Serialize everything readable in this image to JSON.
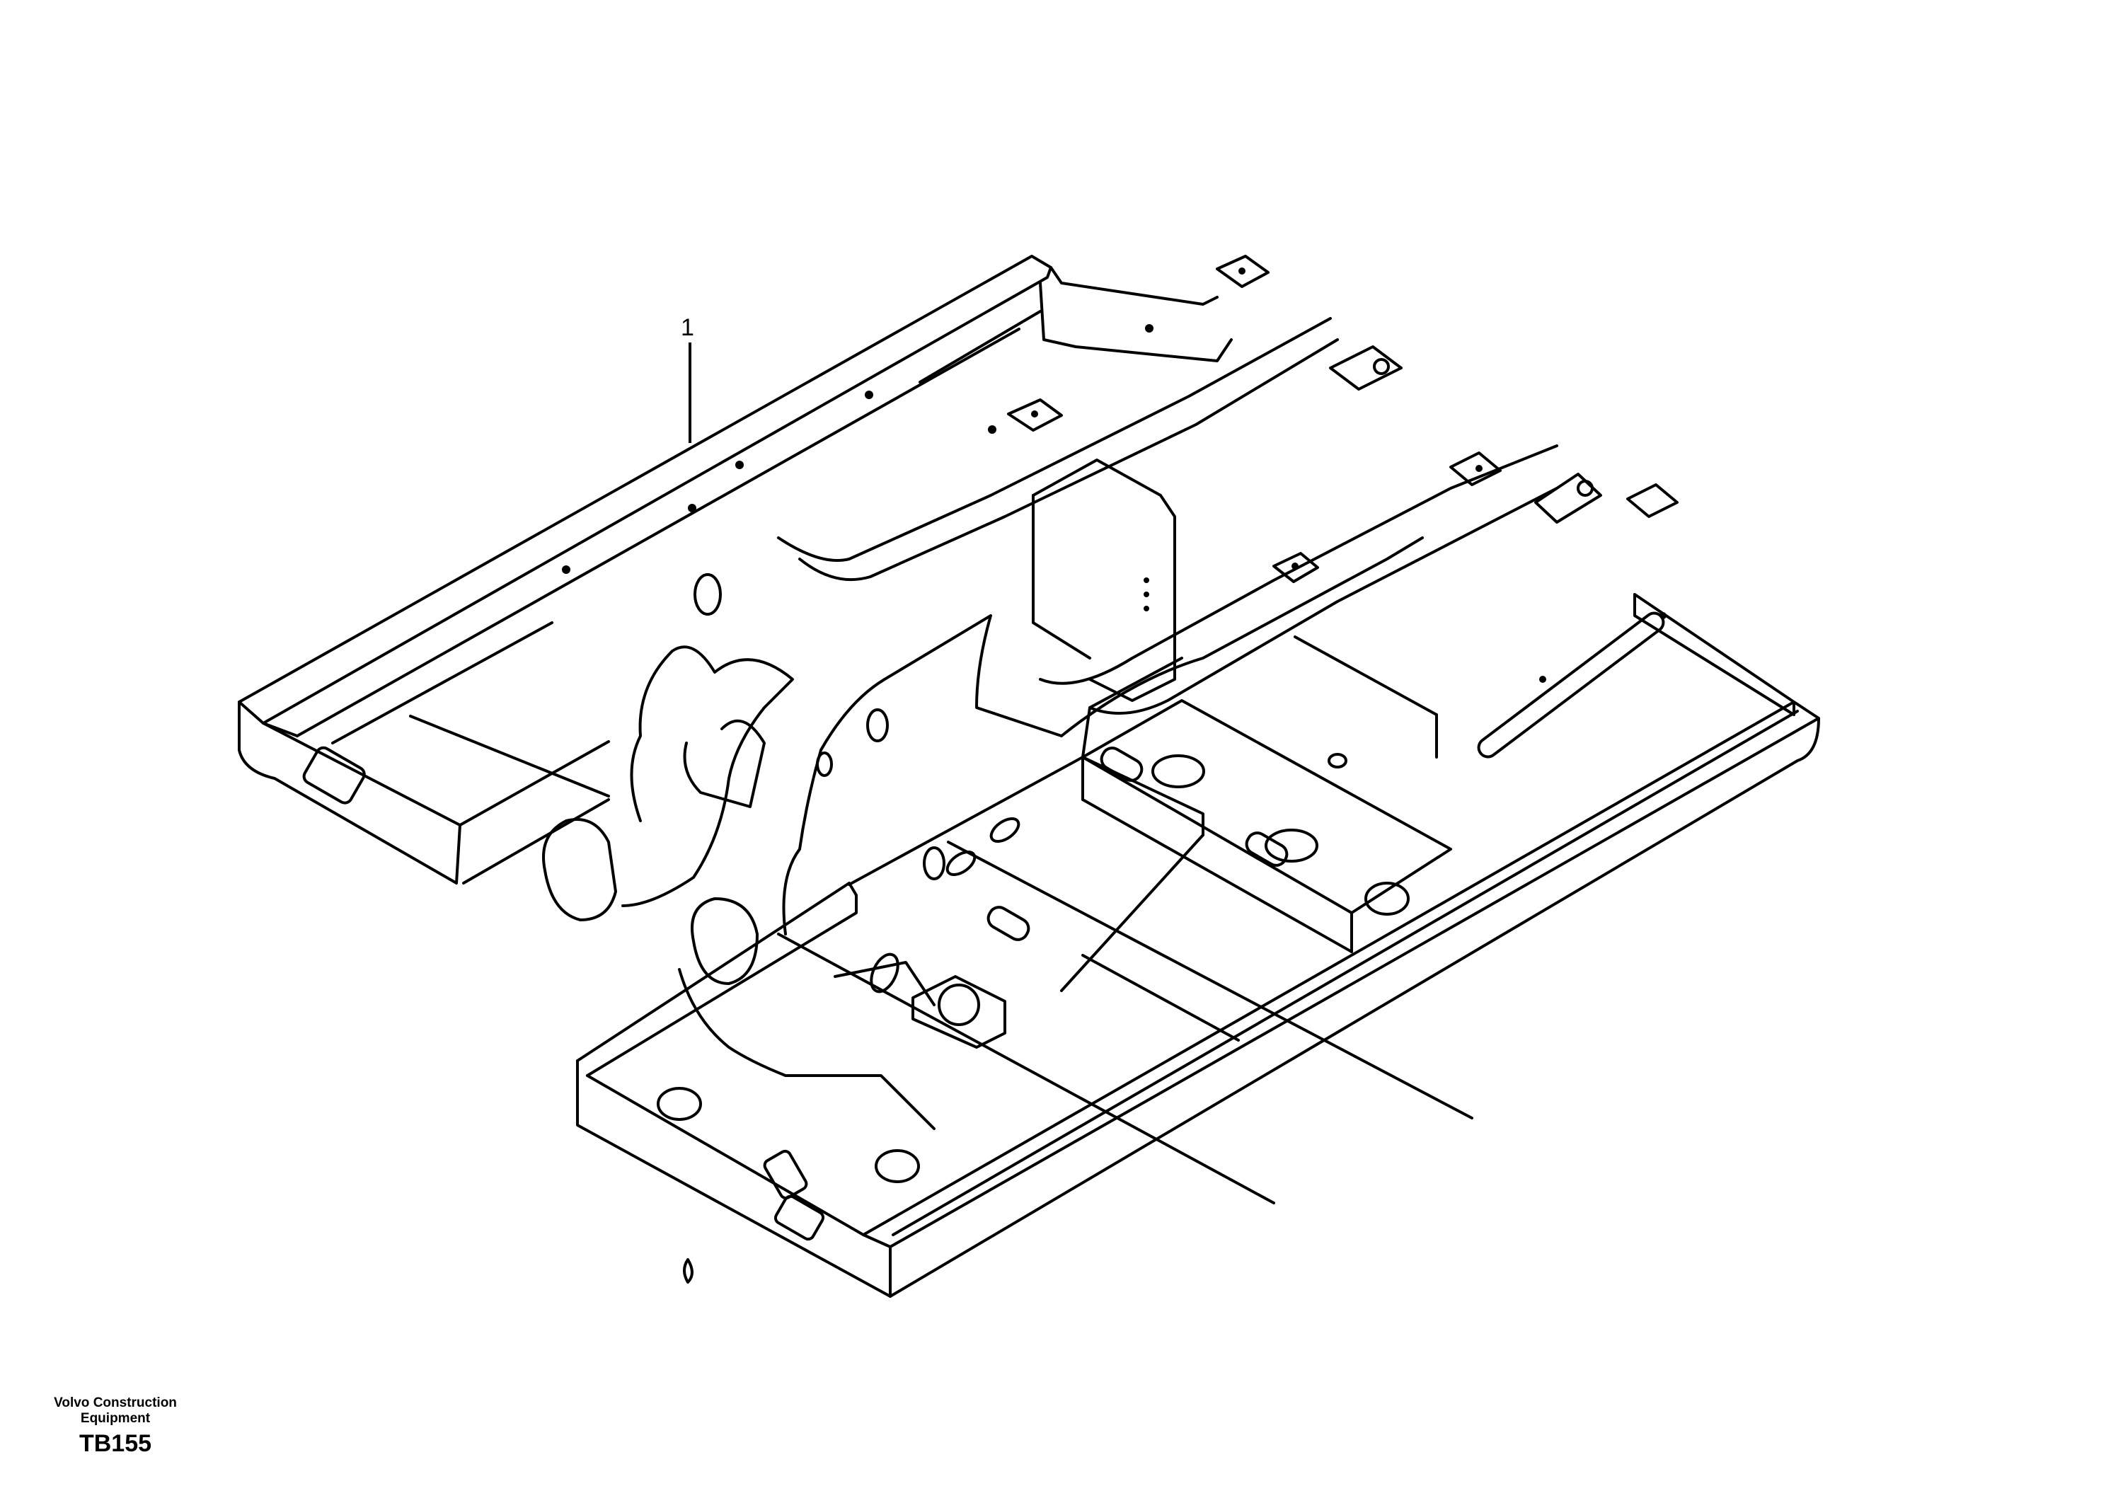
{
  "diagram": {
    "type": "exploded parts illustration",
    "subject": "excavator upper frame",
    "callouts": [
      {
        "label": "1"
      }
    ]
  },
  "footer": {
    "brand_line1": "Volvo Construction",
    "brand_line2": "Equipment",
    "figure_code": "TB155"
  },
  "colors": {
    "line": "#000000",
    "background": "#ffffff"
  }
}
